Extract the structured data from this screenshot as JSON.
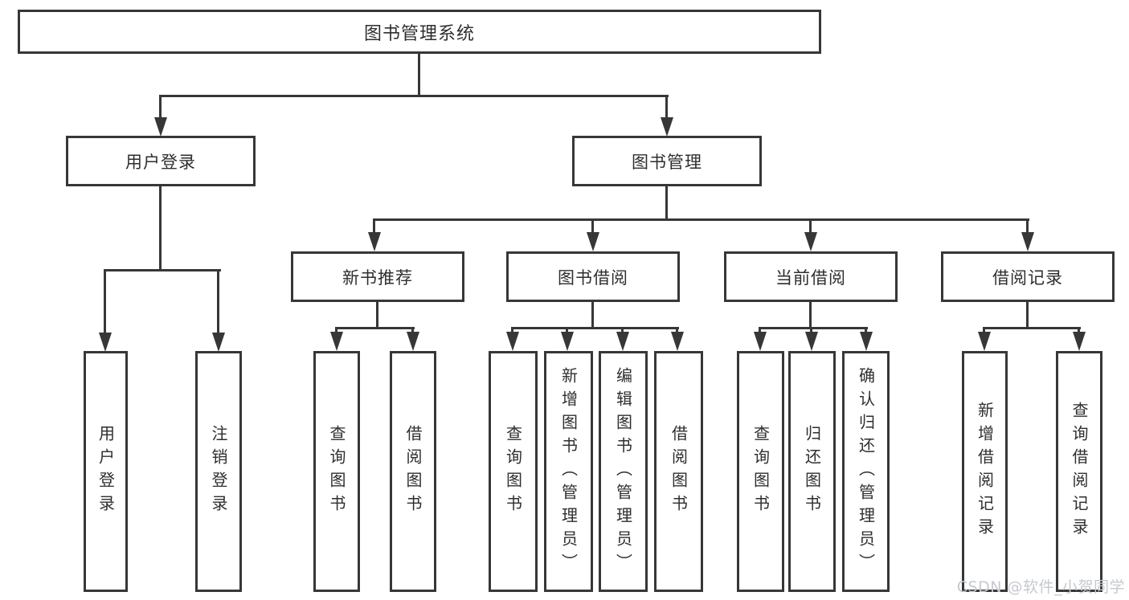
{
  "diagram": {
    "title": "图书管理系统",
    "watermark": "CSDN @软件_小贺同学",
    "colors": {
      "line": "#373737",
      "text": "#2e2e2e",
      "background": "#ffffff",
      "watermark": "#c5c9cf"
    },
    "root": {
      "label": "图书管理系统"
    },
    "level2": [
      {
        "label": "用户登录"
      },
      {
        "label": "图书管理"
      }
    ],
    "level3": [
      {
        "label": "新书推荐"
      },
      {
        "label": "图书借阅"
      },
      {
        "label": "当前借阅"
      },
      {
        "label": "借阅记录"
      }
    ],
    "groups": {
      "user_login": {
        "items": [
          "用户登录",
          "注销登录"
        ]
      },
      "new_book_recommend": {
        "items": [
          "查询图书",
          "借阅图书"
        ]
      },
      "book_borrow": {
        "items": [
          "查询图书",
          "新增图书（管理员）",
          "编辑图书（管理员）",
          "借阅图书"
        ]
      },
      "current_borrow": {
        "items": [
          "查询图书",
          "归还图书",
          "确认归还（管理员）"
        ]
      },
      "borrow_record": {
        "items": [
          "新增借阅记录",
          "查询借阅记录"
        ]
      }
    }
  }
}
